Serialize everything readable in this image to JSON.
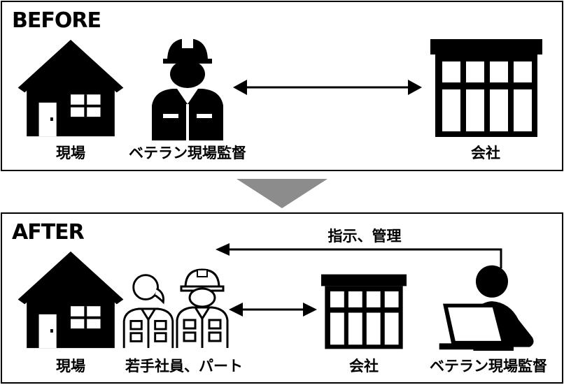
{
  "before": {
    "heading": "BEFORE",
    "site_label": "現場",
    "veteran_label": "ベテラン現場監督",
    "company_label": "会社"
  },
  "after": {
    "heading": "AFTER",
    "site_label": "現場",
    "workers_label": "若手社員、パート",
    "company_label": "会社",
    "veteran_label": "ベテラン現場監督",
    "instruction_label": "指示、管理"
  },
  "colors": {
    "foreground": "#000000",
    "background": "#ffffff",
    "transition_arrow": "#8c8c8c"
  },
  "icons": [
    "house-icon",
    "construction-worker-icon",
    "office-building-icon",
    "two-way-arrow-icon",
    "down-triangle-arrow-icon",
    "female-worker-icon",
    "remote-laptop-user-icon",
    "instruction-arrow-icon"
  ]
}
